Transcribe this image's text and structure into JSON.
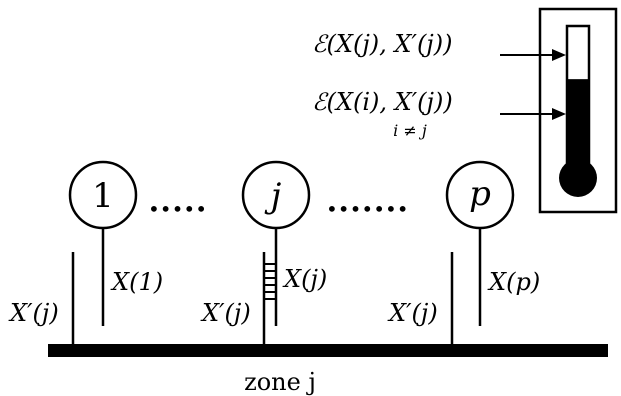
{
  "nodes": [
    {
      "label": "1"
    },
    {
      "label": "j"
    },
    {
      "label": "p"
    }
  ],
  "ellipsis_between_nodes": [
    "•••••",
    "•••••••"
  ],
  "signal_labels": [
    "X(1)",
    "X(j)",
    "X(p)"
  ],
  "probe_labels": [
    "X′(j)",
    "X′(j)",
    "X′(j)"
  ],
  "zone_label": "zone j",
  "thermometer": {
    "upper_label": "ℰ(X(j), X′(j))",
    "lower_label": "ℰ(X(i), X′(j))",
    "lower_condition": "i ≠ j",
    "fill_level": 0.65
  }
}
